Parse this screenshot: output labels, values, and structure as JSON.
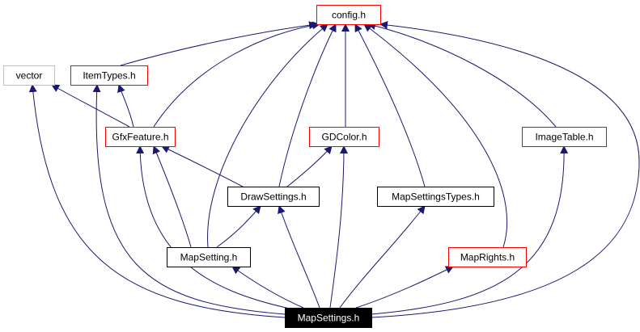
{
  "graph": {
    "nodes": [
      {
        "id": "config",
        "label": "config.h",
        "style": "red"
      },
      {
        "id": "vector",
        "label": "vector",
        "style": "gray"
      },
      {
        "id": "itemtypes",
        "label": "ItemTypes.h",
        "style": "red"
      },
      {
        "id": "gfxfeature",
        "label": "GfxFeature.h",
        "style": "red"
      },
      {
        "id": "gdcolor",
        "label": "GDColor.h",
        "style": "red"
      },
      {
        "id": "imagetable",
        "label": "ImageTable.h",
        "style": "red"
      },
      {
        "id": "drawsettings",
        "label": "DrawSettings.h",
        "style": "black"
      },
      {
        "id": "mapsettingstypes",
        "label": "MapSettingsTypes.h",
        "style": "black"
      },
      {
        "id": "mapsetting",
        "label": "MapSetting.h",
        "style": "black"
      },
      {
        "id": "maprights",
        "label": "MapRights.h",
        "style": "red"
      },
      {
        "id": "mapsettings",
        "label": "MapSettings.h",
        "style": "focus"
      }
    ],
    "edges": [
      {
        "from": "itemtypes",
        "to": "config"
      },
      {
        "from": "gfxfeature",
        "to": "config"
      },
      {
        "from": "gfxfeature",
        "to": "vector"
      },
      {
        "from": "gfxfeature",
        "to": "itemtypes"
      },
      {
        "from": "gdcolor",
        "to": "config"
      },
      {
        "from": "drawsettings",
        "to": "config"
      },
      {
        "from": "drawsettings",
        "to": "gfxfeature"
      },
      {
        "from": "drawsettings",
        "to": "gdcolor"
      },
      {
        "from": "mapsettingstypes",
        "to": "config"
      },
      {
        "from": "imagetable",
        "to": "config"
      },
      {
        "from": "mapsetting",
        "to": "config"
      },
      {
        "from": "mapsetting",
        "to": "gfxfeature"
      },
      {
        "from": "mapsetting",
        "to": "drawsettings"
      },
      {
        "from": "maprights",
        "to": "config"
      },
      {
        "from": "mapsettings",
        "to": "config"
      },
      {
        "from": "mapsettings",
        "to": "vector"
      },
      {
        "from": "mapsettings",
        "to": "itemtypes"
      },
      {
        "from": "mapsettings",
        "to": "gfxfeature"
      },
      {
        "from": "mapsettings",
        "to": "gdcolor"
      },
      {
        "from": "mapsettings",
        "to": "imagetable"
      },
      {
        "from": "mapsettings",
        "to": "drawsettings"
      },
      {
        "from": "mapsettings",
        "to": "mapsettingstypes"
      },
      {
        "from": "mapsettings",
        "to": "mapsetting"
      },
      {
        "from": "mapsettings",
        "to": "maprights"
      }
    ],
    "colors": {
      "edge": "#191970",
      "red_border": "#ff0000",
      "gray_border": "#bfbfbf",
      "black_border": "#000000",
      "focus_fill": "#000000",
      "focus_text": "#ffffff",
      "text": "#000000"
    }
  }
}
